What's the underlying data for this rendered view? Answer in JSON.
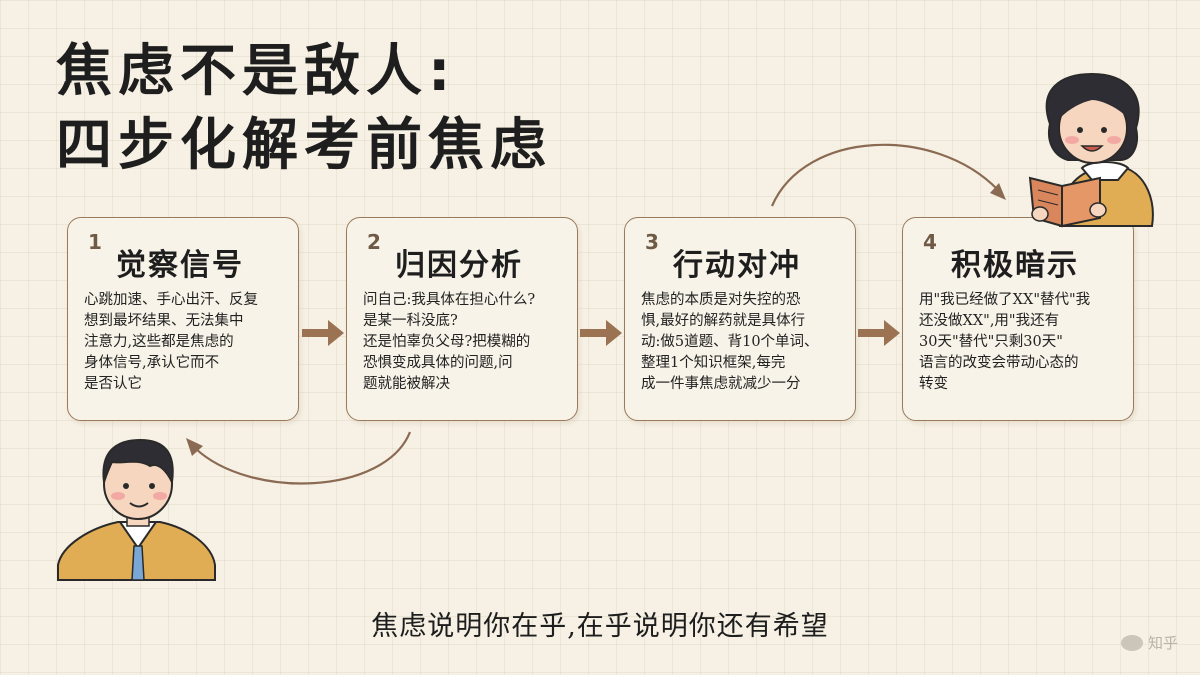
{
  "title": {
    "line1": "焦虑不是敌人:",
    "line2": "四步化解考前焦虑"
  },
  "steps": [
    {
      "num": "1",
      "heading": "觉察信号",
      "lines": [
        "心跳加速、手心出汗、反复",
        "想到最坏结果、无法集中",
        "注意力,这些都是焦虑的",
        "身体信号,承认它而不",
        "是否认它"
      ]
    },
    {
      "num": "2",
      "heading": "归因分析",
      "lines": [
        "问自己:我具体在担心什么?",
        "是某一科没底?",
        "还是怕辜负父母?把模糊的",
        "恐惧变成具体的问题,问",
        "题就能被解决"
      ]
    },
    {
      "num": "3",
      "heading": "行动对冲",
      "lines": [
        "焦虑的本质是对失控的恐",
        "惧,最好的解药就是具体行",
        "动:做5道题、背10个单词、",
        "整理1个知识框架,每完",
        "成一件事焦虑就减少一分"
      ]
    },
    {
      "num": "4",
      "heading": "积极暗示",
      "lines": [
        "用\"我已经做了XX\"替代\"我",
        "还没做XX\",用\"我还有",
        "30天\"替代\"只剩30天\"",
        "语言的改变会带动心态的",
        "转变"
      ]
    }
  ],
  "footer": "焦虑说明你在乎,在乎说明你还有希望",
  "watermark": "知乎",
  "colors": {
    "background": "#f6f1e4",
    "card_border": "#9a7a5c",
    "arrow": "#9b7252",
    "text": "#1e1e1e"
  },
  "icons": [
    "right-arrow-icon",
    "curved-arrow-icon",
    "boy-illustration",
    "girl-reading-illustration"
  ]
}
